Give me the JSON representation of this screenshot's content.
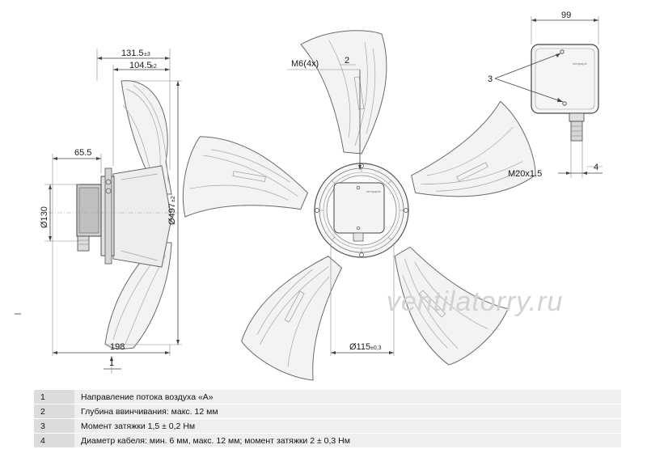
{
  "dimensions": {
    "side_depth_overall": "131.5",
    "side_depth_overall_tol": "±3",
    "side_depth_blades": "104.5",
    "side_depth_blades_tol": "±2",
    "motor_offset": "65.5",
    "motor_diameter": "Ø130",
    "fan_diameter": "Ø497",
    "fan_diameter_tol": "±2",
    "side_overall_length": "198",
    "hub_diameter": "Ø115",
    "hub_diameter_tol": "±0,3",
    "screw_spec": "M6(4x)",
    "box_width": "99",
    "gland_thread": "M20x1.5"
  },
  "callouts": {
    "c1": "1",
    "c2": "2",
    "c3": "3",
    "c4": "4"
  },
  "box_brand": "ebmpapst",
  "watermark": "ventilatorry.ru",
  "legend": [
    {
      "num": "1",
      "text": "Направление потока воздуха «A»"
    },
    {
      "num": "2",
      "text": "Глубина ввинчивания: макс. 12 мм"
    },
    {
      "num": "3",
      "text": "Момент затяжки 1,5 ± 0,2 Нм"
    },
    {
      "num": "4",
      "text": "Диаметр кабеля: мин. 6 мм, макс. 12 мм; момент затяжки 2 ± 0,3 Нм"
    }
  ]
}
